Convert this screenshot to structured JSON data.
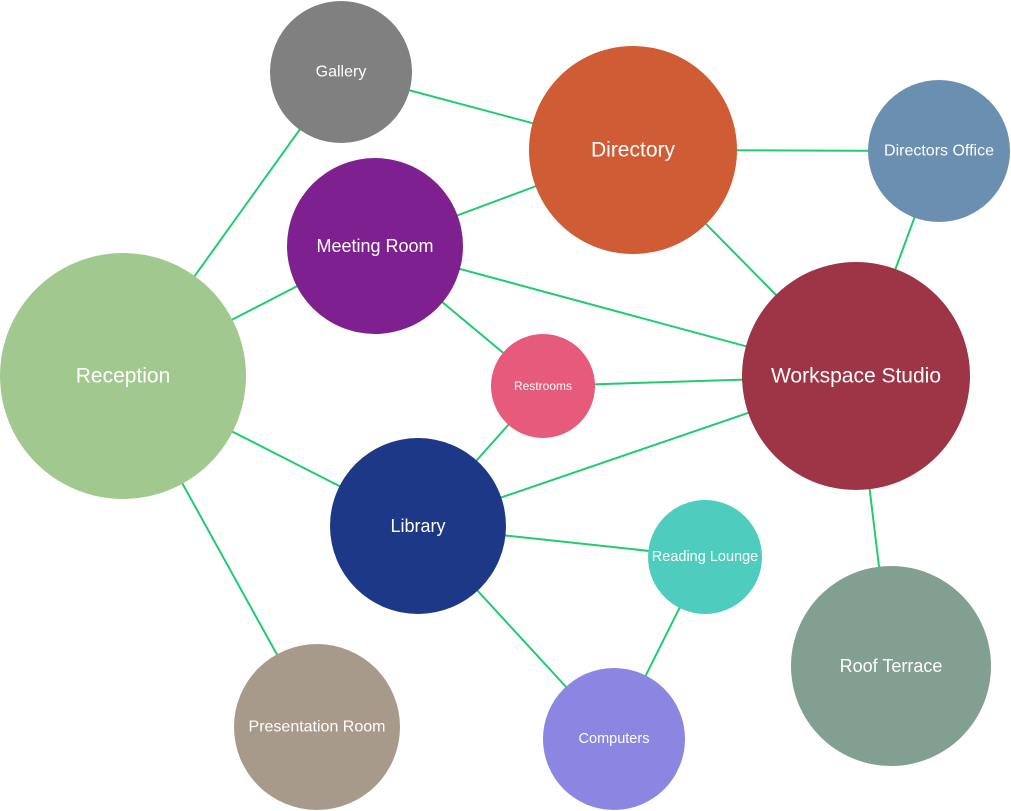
{
  "diagram": {
    "type": "network",
    "edge_color": "#1fcc72",
    "nodes": [
      {
        "id": "gallery",
        "label": "Gallery",
        "color": "#808080"
      },
      {
        "id": "directory",
        "label": "Directory",
        "color": "#d05c35"
      },
      {
        "id": "directors_office",
        "label": "Directors Office",
        "color": "#6a8fb0"
      },
      {
        "id": "meeting_room",
        "label": "Meeting Room",
        "color": "#7f2090"
      },
      {
        "id": "reception",
        "label": "Reception",
        "color": "#a1c98f"
      },
      {
        "id": "restrooms",
        "label": "Restrooms",
        "color": "#e65a7b"
      },
      {
        "id": "workspace_studio",
        "label": "Workspace Studio",
        "color": "#9e3546"
      },
      {
        "id": "library",
        "label": "Library",
        "color": "#1c3886"
      },
      {
        "id": "reading_lounge",
        "label": "Reading Lounge",
        "color": "#4ecdbe"
      },
      {
        "id": "roof_terrace",
        "label": "Roof Terrace",
        "color": "#82a092"
      },
      {
        "id": "presentation_room",
        "label": "Presentation Room",
        "color": "#a89a8a"
      },
      {
        "id": "computers",
        "label": "Computers",
        "color": "#8a86e2"
      }
    ],
    "edges": [
      [
        "gallery",
        "directory"
      ],
      [
        "gallery",
        "reception"
      ],
      [
        "directory",
        "directors_office"
      ],
      [
        "directory",
        "meeting_room"
      ],
      [
        "directory",
        "workspace_studio"
      ],
      [
        "directors_office",
        "workspace_studio"
      ],
      [
        "meeting_room",
        "reception"
      ],
      [
        "meeting_room",
        "workspace_studio"
      ],
      [
        "meeting_room",
        "restrooms"
      ],
      [
        "restrooms",
        "workspace_studio"
      ],
      [
        "restrooms",
        "library"
      ],
      [
        "reception",
        "library"
      ],
      [
        "reception",
        "presentation_room"
      ],
      [
        "library",
        "workspace_studio"
      ],
      [
        "library",
        "reading_lounge"
      ],
      [
        "library",
        "computers"
      ],
      [
        "reading_lounge",
        "computers"
      ],
      [
        "workspace_studio",
        "roof_terrace"
      ]
    ]
  }
}
